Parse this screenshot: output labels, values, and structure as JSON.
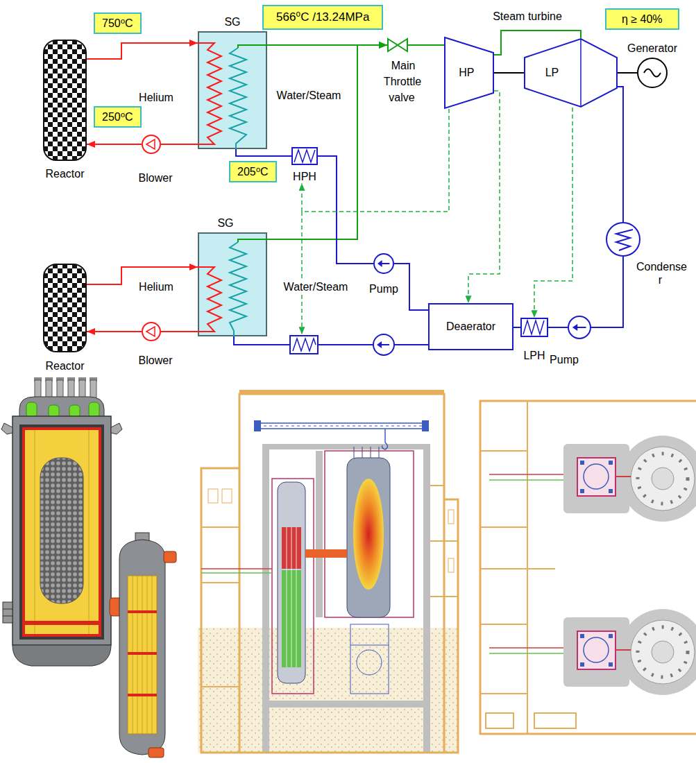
{
  "diagram": {
    "nodes": [
      {
        "text": [
          "750⁰C"
        ]
      },
      {
        "text": [
          "566⁰C /13.24MPa"
        ]
      },
      {
        "text": [
          "η ≥ 40%"
        ]
      },
      {
        "text": [
          "Reactor"
        ]
      },
      {
        "text": [
          "250⁰C"
        ]
      },
      {
        "text": [
          "SG"
        ]
      },
      {
        "text": [
          "Blower"
        ]
      },
      {
        "text": [
          "HPH"
        ]
      },
      {
        "text": [
          "205⁰C"
        ]
      },
      {
        "text": [
          "Main Throttle valve"
        ]
      },
      {
        "text": [
          "HP"
        ]
      },
      {
        "text": [
          "LP"
        ]
      },
      {
        "text": [
          "Generator"
        ]
      },
      {
        "text": [
          "Condense r"
        ]
      },
      {
        "text": [
          "Pump"
        ]
      },
      {
        "text": [
          "Deaerator"
        ]
      },
      {
        "text": [
          "LPH"
        ]
      },
      {
        "text": [
          "Pump"
        ]
      },
      {
        "text": [
          "Reactor"
        ]
      },
      {
        "text": [
          "SG"
        ]
      },
      {
        "text": [
          "Blower"
        ]
      }
    ],
    "edges": [
      {
        "from": 3,
        "to": 5,
        "arrow": "to"
      },
      {
        "from": 5,
        "to": 6,
        "arrow": "none"
      },
      {
        "from": 6,
        "to": 3,
        "arrow": "to"
      },
      {
        "from": 18,
        "to": 19,
        "arrow": "to"
      },
      {
        "from": 19,
        "to": 20,
        "arrow": "none"
      },
      {
        "from": 20,
        "to": 18,
        "arrow": "to"
      },
      {
        "from": 5,
        "to": 9,
        "arrow": "to"
      },
      {
        "from": 19,
        "to": 9,
        "arrow": "to"
      },
      {
        "from": 9,
        "to": 10,
        "arrow": "none"
      },
      {
        "from": 10,
        "to": 11,
        "arrow": "none"
      },
      {
        "from": 10,
        "to": 11,
        "arrow": "none"
      },
      {
        "from": 11,
        "to": 12,
        "arrow": "none"
      },
      {
        "from": 11,
        "to": 13,
        "arrow": "none"
      },
      {
        "from": 13,
        "to": 17,
        "arrow": "none"
      },
      {
        "from": 17,
        "to": 16,
        "arrow": "none"
      },
      {
        "from": 16,
        "to": 15,
        "arrow": "none"
      },
      {
        "from": 15,
        "to": 14,
        "arrow": "none"
      },
      {
        "from": 14,
        "to": 7,
        "arrow": "none"
      },
      {
        "from": 7,
        "to": 5,
        "arrow": "none"
      },
      {
        "from": 10,
        "to": 7,
        "arrow": "to"
      },
      {
        "from": 10,
        "to": 15,
        "arrow": "to"
      },
      {
        "from": 11,
        "to": 16,
        "arrow": "to"
      }
    ],
    "labels": [
      "Steam turbine",
      "Helium",
      "Water/Steam",
      "Helium",
      "Water/Steam"
    ]
  }
}
